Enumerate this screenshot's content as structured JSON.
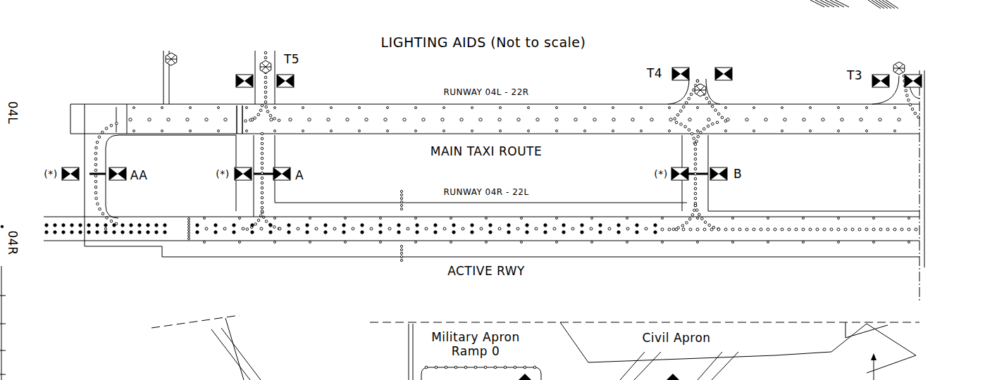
{
  "diagram": {
    "title": "LIGHTING AIDS (Not to scale)",
    "labels": [
      "04L",
      "T5",
      "T4",
      "T3",
      "RUNWAY 04L - 22R",
      "MAIN TAXI ROUTE",
      "(*)",
      "AA",
      "(*)",
      "A",
      "(*)",
      "B",
      "RUNWAY 04R - 22L",
      "04R",
      "ACTIVE RWY",
      "Military Apron Ramp 0",
      "Civil Apron"
    ]
  }
}
